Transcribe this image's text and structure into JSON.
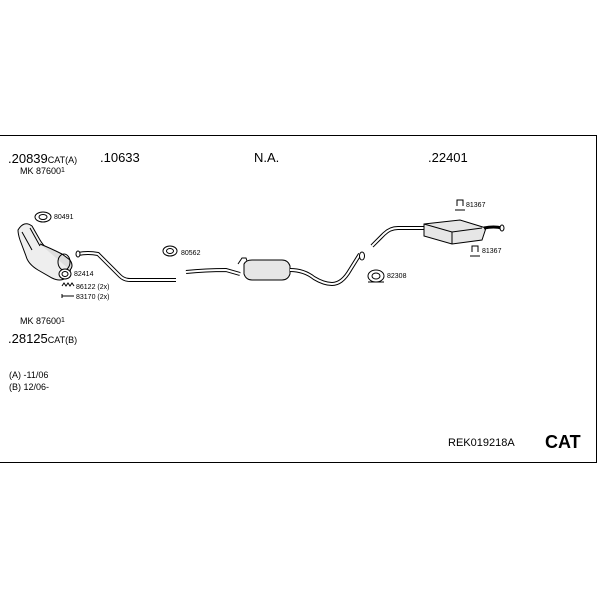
{
  "labels": {
    "p1_num": ".20839",
    "p1_suffix": "CAT(A)",
    "p1_mk": "MK 87600",
    "p1_mk_sup": "1",
    "p2": ".10633",
    "p3": "N.A.",
    "p4": ".22401",
    "p5_mk": "MK 87600",
    "p5_mk_sup": "1",
    "p5_num": ".28125",
    "p5_suffix": "CAT(B)"
  },
  "parts": {
    "c80491": "80491",
    "c82414": "82414",
    "c86122": "86122 (2x)",
    "c83170": "83170 (2x)",
    "c80562": "80562",
    "c81367a": "81367",
    "c81367b": "81367",
    "c82308": "82308"
  },
  "notes": {
    "a": "(A) -11/06",
    "b": "(B) 12/06-"
  },
  "footer": {
    "code": "REK019218A",
    "brand": "CAT"
  }
}
